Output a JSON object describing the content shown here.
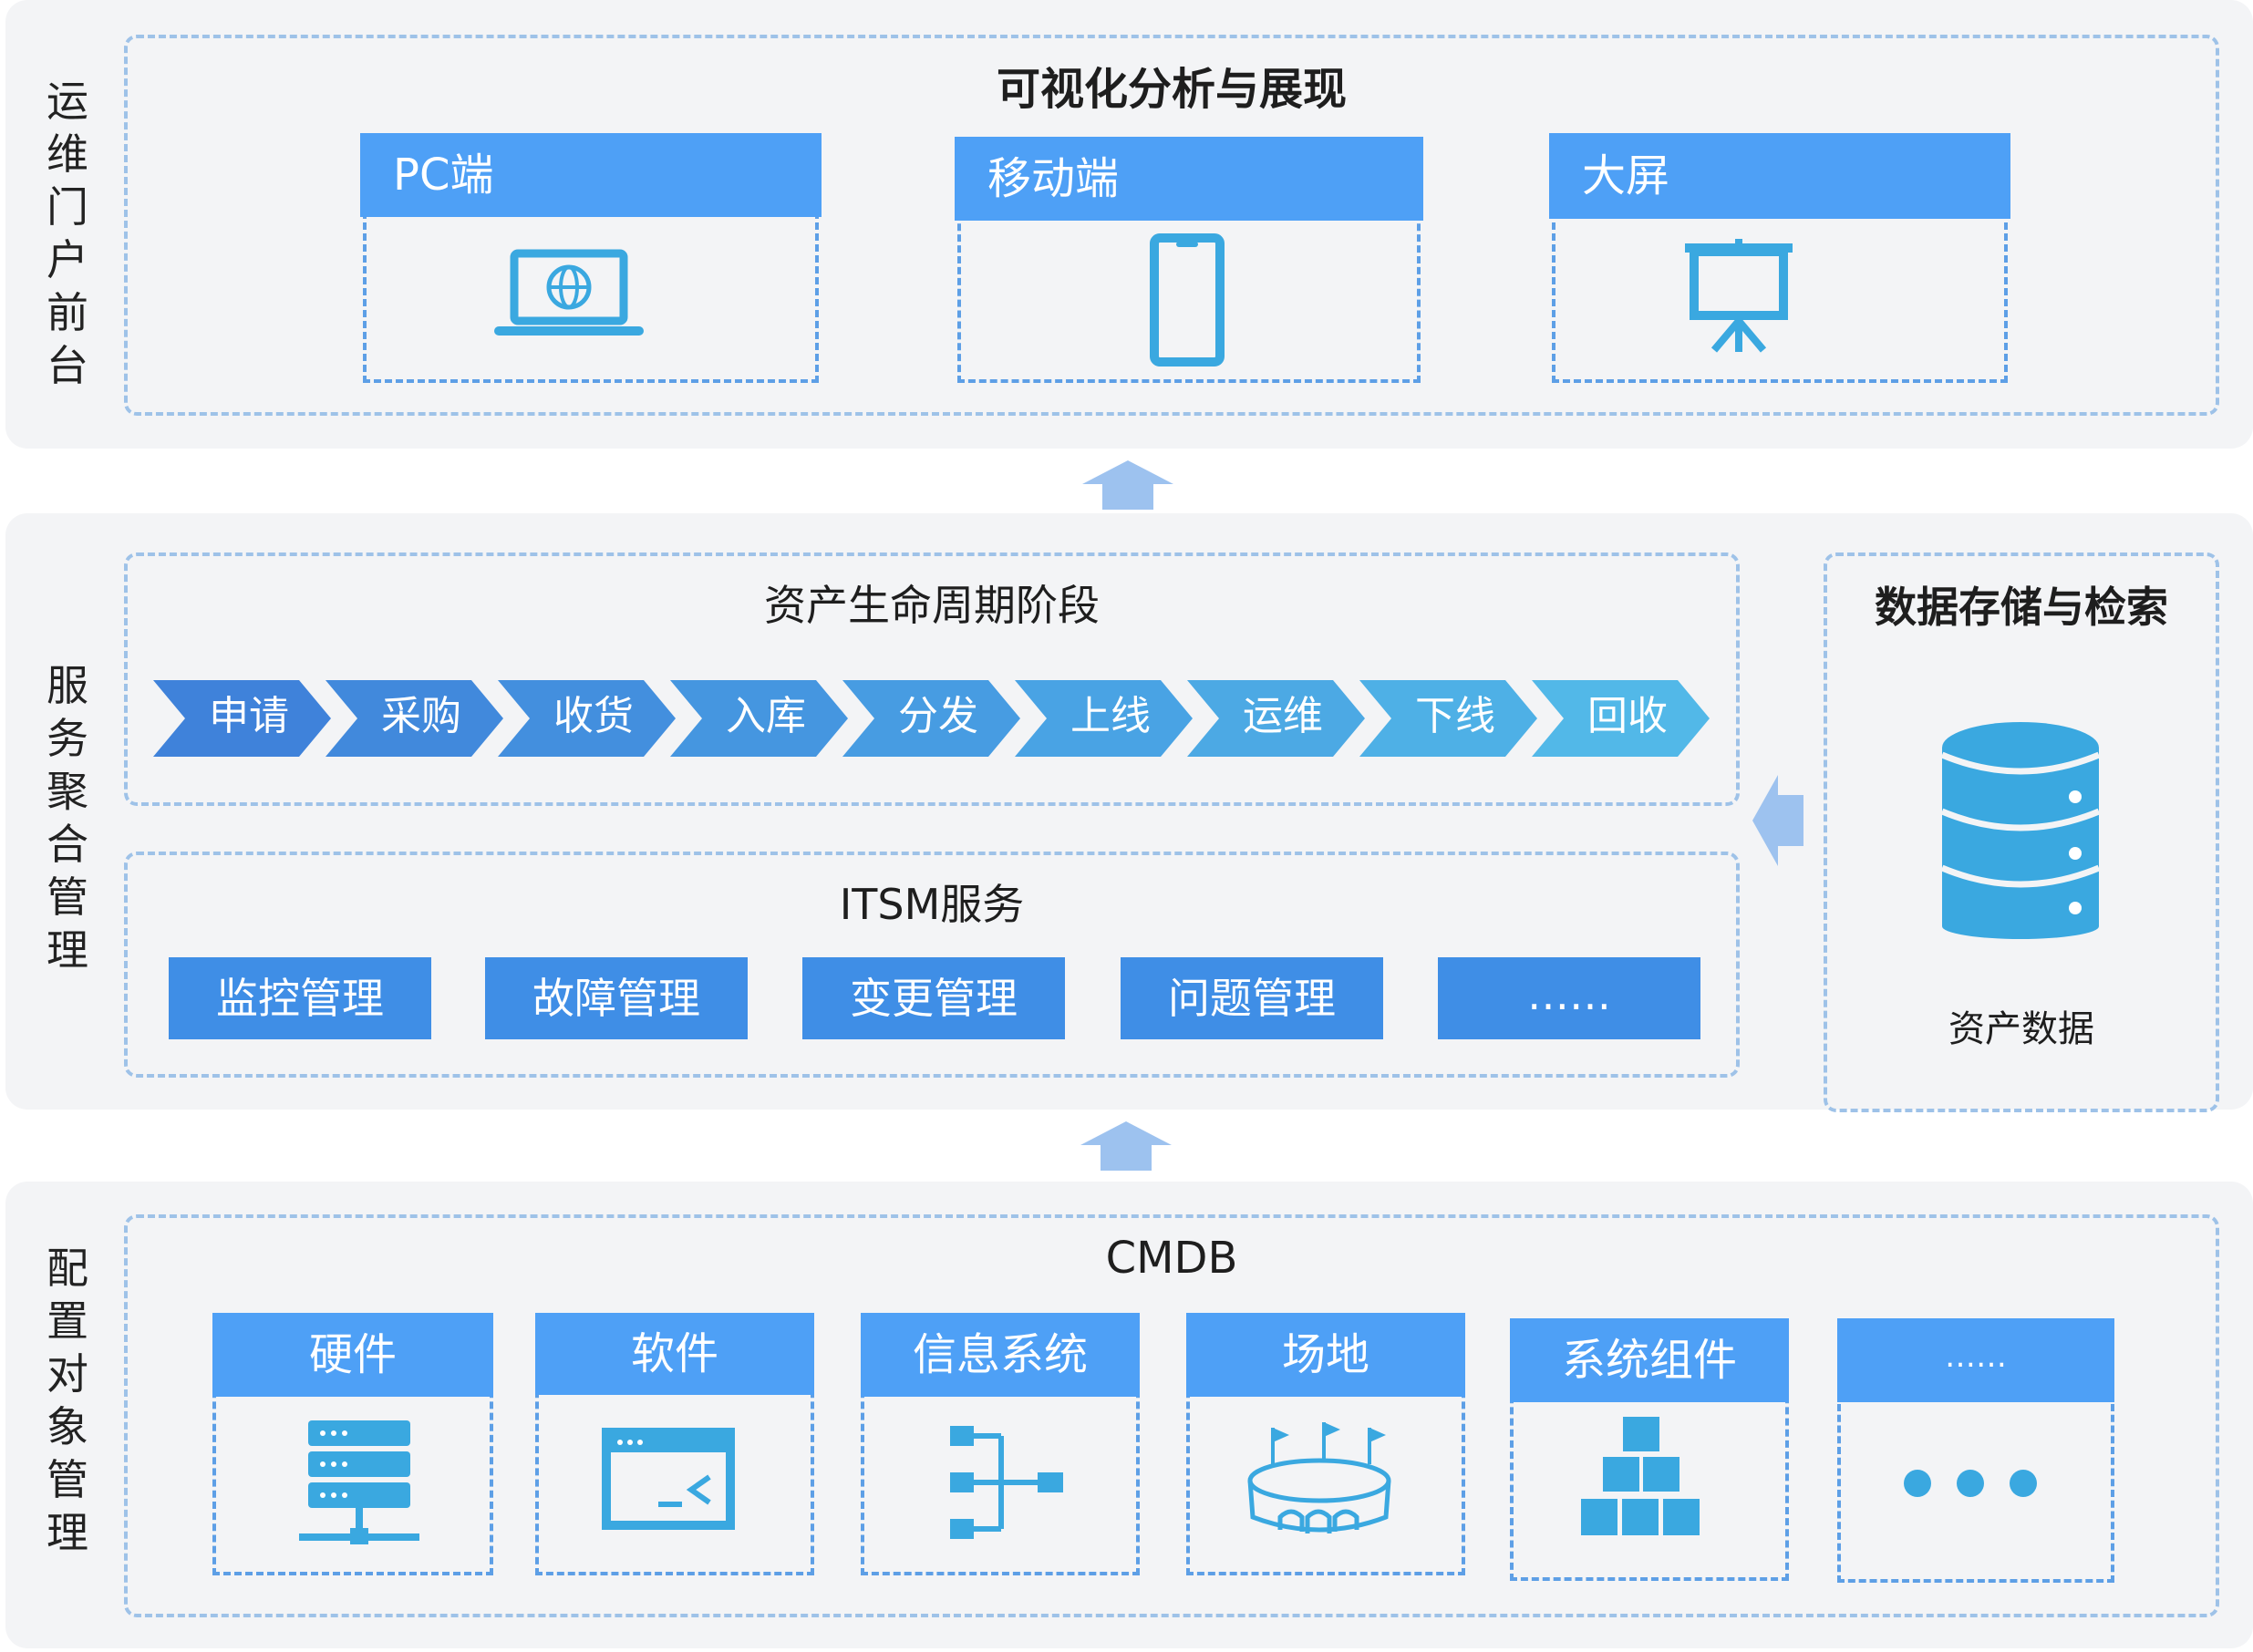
{
  "layers": {
    "portal": {
      "label": [
        "运",
        "维",
        "门",
        "户",
        "前",
        "台"
      ],
      "title": "可视化分析与展现",
      "cards": [
        {
          "label": "PC端",
          "icon": "laptop-globe-icon"
        },
        {
          "label": "移动端",
          "icon": "mobile-phone-icon"
        },
        {
          "label": "大屏",
          "icon": "presentation-board-icon"
        }
      ]
    },
    "service": {
      "label": [
        "服",
        "务",
        "聚",
        "合",
        "管",
        "理"
      ],
      "lifecycle": {
        "title": "资产生命周期阶段",
        "stages": [
          "申请",
          "采购",
          "收货",
          "入库",
          "分发",
          "上线",
          "运维",
          "下线",
          "回收"
        ]
      },
      "itsm": {
        "title": "ITSM服务",
        "items": [
          "监控管理",
          "故障管理",
          "变更管理",
          "问题管理",
          "……"
        ]
      },
      "storage": {
        "title": "数据存储与检索",
        "db_label": "资产数据",
        "icon": "database-icon"
      }
    },
    "cmdb": {
      "label": [
        "配",
        "置",
        "对",
        "象",
        "管",
        "理"
      ],
      "title": "CMDB",
      "cards": [
        {
          "label": "硬件",
          "icon": "server-icon"
        },
        {
          "label": "软件",
          "icon": "software-window-icon"
        },
        {
          "label": "信息系统",
          "icon": "system-tree-icon"
        },
        {
          "label": "场地",
          "icon": "stadium-icon"
        },
        {
          "label": "系统组件",
          "icon": "stacked-boxes-icon"
        },
        {
          "label": "……",
          "icon": "ellipsis-icon"
        }
      ]
    }
  },
  "colors": {
    "card_header": "#4ea0f6",
    "button": "#3f8ee6",
    "icon": "#3aa8e0",
    "chevrons": [
      "#3f82da",
      "#4189dc",
      "#438fde",
      "#4596e0",
      "#479ce2",
      "#49a3e4",
      "#4ca9e4",
      "#4eb0e6",
      "#52b8e8"
    ]
  }
}
